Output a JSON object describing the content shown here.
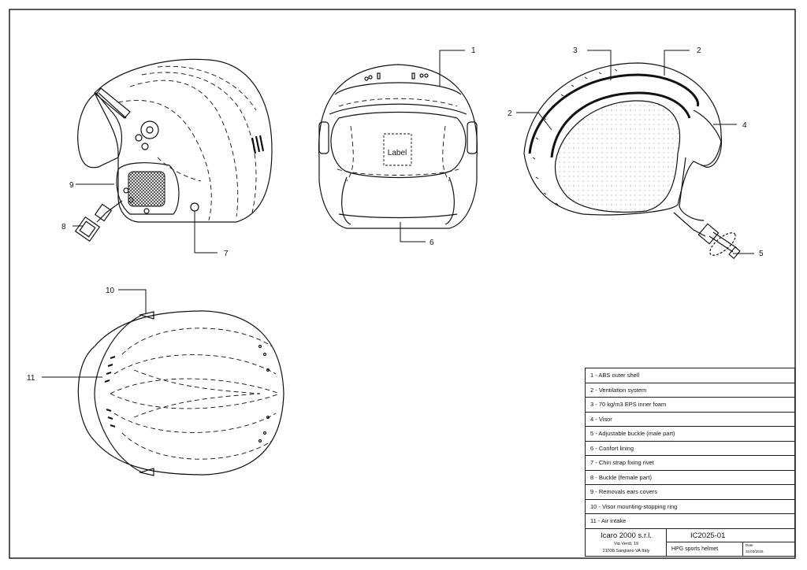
{
  "callouts": [
    "1",
    "2",
    "3",
    "2",
    "4",
    "5",
    "6",
    "7",
    "8",
    "9",
    "10",
    "11"
  ],
  "label_box": "Label",
  "legend": [
    "1 - ABS outer shell",
    "2 - Ventilation system",
    "3 - 70 kg/m3 EPS inner foam",
    "4 - Visor",
    "5 - Adjustable buckle (male part)",
    "6 - Confort lining",
    "7 - Chin strap fixing rivet",
    "8 - Buckle (female part)",
    "9 - Removals ears covers",
    "10 - Visor mounting-stopping ring",
    "11 - Air intake"
  ],
  "title_block": {
    "company": "Icaro 2000 s.r.l.",
    "address_line1": "Via Verdi, 19",
    "address_line2": "21038 Sangiano VA Italy",
    "drawing_number": "IC2025-01",
    "description": "HPG sports helmet",
    "date_label": "Date",
    "date_value": "31/03/2025"
  }
}
